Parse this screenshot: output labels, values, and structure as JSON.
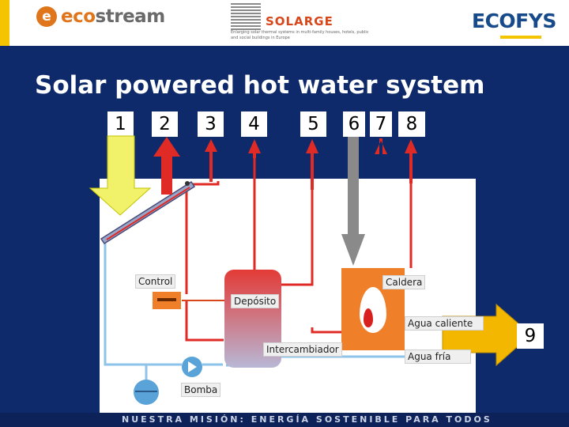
{
  "header": {
    "ecostream_word": "ecostream",
    "solarge": {
      "name": "SOLARGE",
      "tagline": "Enlarging solar thermal systems in multi-family houses, hotels, public and social buildings in Europe"
    },
    "ecofys": "ECOFYS"
  },
  "title": "Solar powered hot water system",
  "numbers": [
    "1",
    "2",
    "3",
    "4",
    "5",
    "6",
    "7",
    "8",
    "9"
  ],
  "labels": {
    "control": "Control",
    "deposito": "Depósito",
    "caldera": "Caldera",
    "agua_caliente": "Agua caliente",
    "agua_fria": "Agua fría",
    "intercambiador": "Intercambiador",
    "bomba": "Bomba"
  },
  "footer": "NUESTRA MISIÓN: ENERGÍA SOSTENIBLE PARA TODOS",
  "colors": {
    "background": "#0e2a6b",
    "hot_pipe": "#e02a26",
    "cold_pipe": "#8ec3ea",
    "solar_arrow": "#f1f26a",
    "output_arrow": "#f3b700",
    "boiler": "#f07f2a"
  }
}
